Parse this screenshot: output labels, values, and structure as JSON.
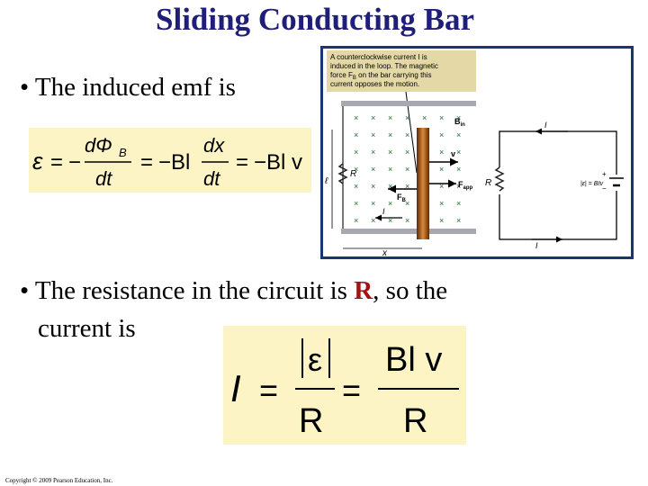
{
  "slide": {
    "title": "Sliding Conducting Bar",
    "bullet1": "• The induced emf is",
    "bullet2_part1": "• The resistance in the circuit is ",
    "bullet2_highlight": "R",
    "bullet2_part2": ", so the",
    "bullet2_cont": "current is",
    "copyright": "Copyright © 2009 Pearson Education, Inc."
  },
  "equation1": {
    "emf": "ε",
    "eq": "=",
    "minus": "−",
    "d_phi": "dΦ",
    "phi_sub": "B",
    "dt": "dt",
    "minus_bl": "−Bl",
    "dx": "dx",
    "minus_blv": "−Bl v"
  },
  "equation2": {
    "I": "I",
    "eq": "=",
    "abs_emf": "ε",
    "R": "R",
    "Blv": "Bl v"
  },
  "figure": {
    "callout_line1": "A counterclockwise current I is",
    "callout_line2": "induced in the loop. The magnetic",
    "callout_line3": "force F",
    "callout_line3_sub": "B",
    "callout_line3_rest": " on the bar carrying this",
    "callout_line4": "current opposes the motion.",
    "label_B": "B",
    "label_B_sub": "in",
    "label_v": "v",
    "label_Fapp": "F",
    "label_Fapp_sub": "app",
    "label_FB": "F",
    "label_FB_sub": "B",
    "label_R_left": "R",
    "label_R_right": "R",
    "label_l": "ℓ",
    "label_x": "x",
    "label_I1": "I",
    "label_I2": "I",
    "label_I3": "I",
    "label_emf": "|ε| = Bℓv",
    "label_plus": "+",
    "label_minus": "−"
  }
}
